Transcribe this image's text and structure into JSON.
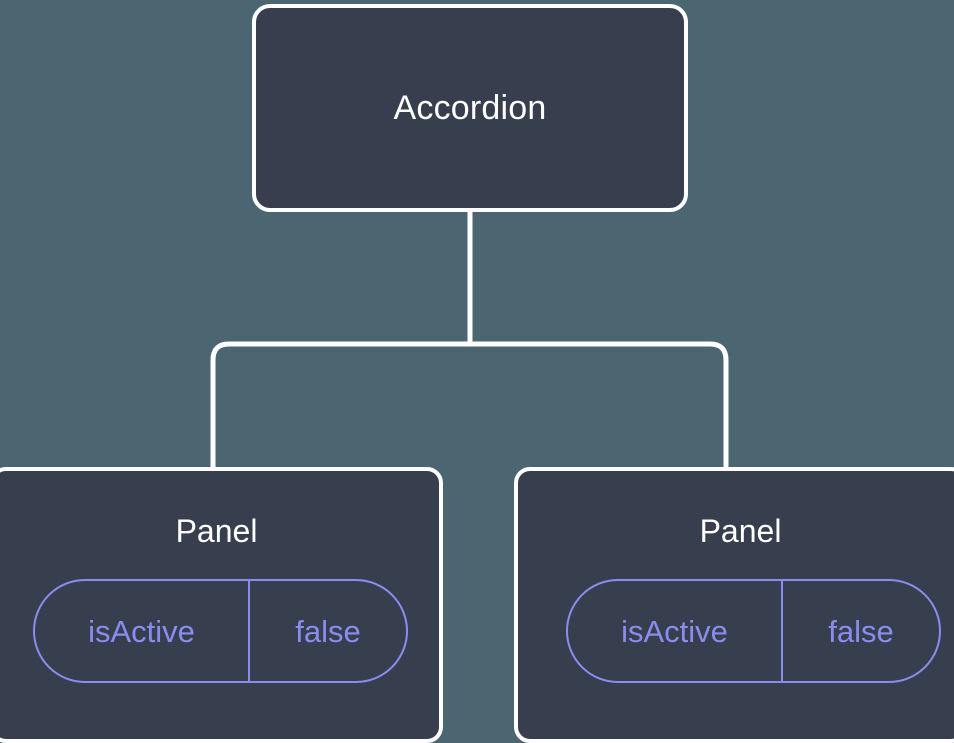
{
  "canvas": {
    "background_color": "#4c6671",
    "node_fill_color": "#373e4e",
    "node_border_color": "#ffffff",
    "edge_color": "#ffffff",
    "accent_color": "#8b8cf0",
    "title_color": "#ffffff"
  },
  "tree": {
    "root": {
      "title": "Accordion"
    },
    "children": [
      {
        "title": "Panel",
        "state": {
          "key": "isActive",
          "value": "false"
        }
      },
      {
        "title": "Panel",
        "state": {
          "key": "isActive",
          "value": "false"
        }
      }
    ]
  }
}
